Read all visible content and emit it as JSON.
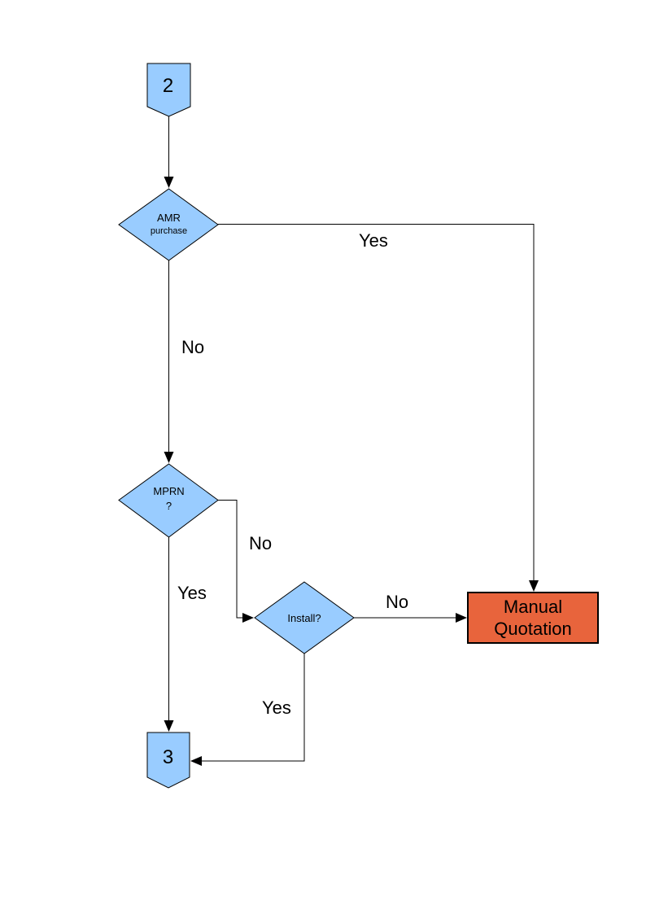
{
  "diagram": {
    "type": "flowchart",
    "background": "#FFFFFF",
    "colors": {
      "node_fill": "#99CCFF",
      "node_stroke": "#000000",
      "highlight_fill": "#E8643C",
      "highlight_stroke": "#000000",
      "connector_line": "#000000",
      "text": "#000000"
    },
    "nodes": {
      "connector_2": {
        "type": "off-page-connector",
        "label": "2"
      },
      "amr_purchase": {
        "type": "decision",
        "line1": "AMR",
        "line2": "purchase"
      },
      "mprn": {
        "type": "decision",
        "line1": "MPRN",
        "line2": "?"
      },
      "install": {
        "type": "decision",
        "label": "Install?"
      },
      "manual_quotation": {
        "type": "process",
        "line1": "Manual",
        "line2": "Quotation"
      },
      "connector_3": {
        "type": "off-page-connector",
        "label": "3"
      }
    },
    "edge_labels": {
      "amr_yes": "Yes",
      "amr_no": "No",
      "mprn_no": "No",
      "mprn_yes": "Yes",
      "install_no": "No",
      "install_yes": "Yes"
    },
    "edges": [
      {
        "from": "connector_2",
        "to": "amr_purchase",
        "label": ""
      },
      {
        "from": "amr_purchase",
        "to": "manual_quotation",
        "label": "Yes"
      },
      {
        "from": "amr_purchase",
        "to": "mprn",
        "label": "No"
      },
      {
        "from": "mprn",
        "to": "install",
        "label": "No"
      },
      {
        "from": "mprn",
        "to": "connector_3",
        "label": "Yes"
      },
      {
        "from": "install",
        "to": "manual_quotation",
        "label": "No"
      },
      {
        "from": "install",
        "to": "connector_3",
        "label": "Yes"
      }
    ]
  }
}
